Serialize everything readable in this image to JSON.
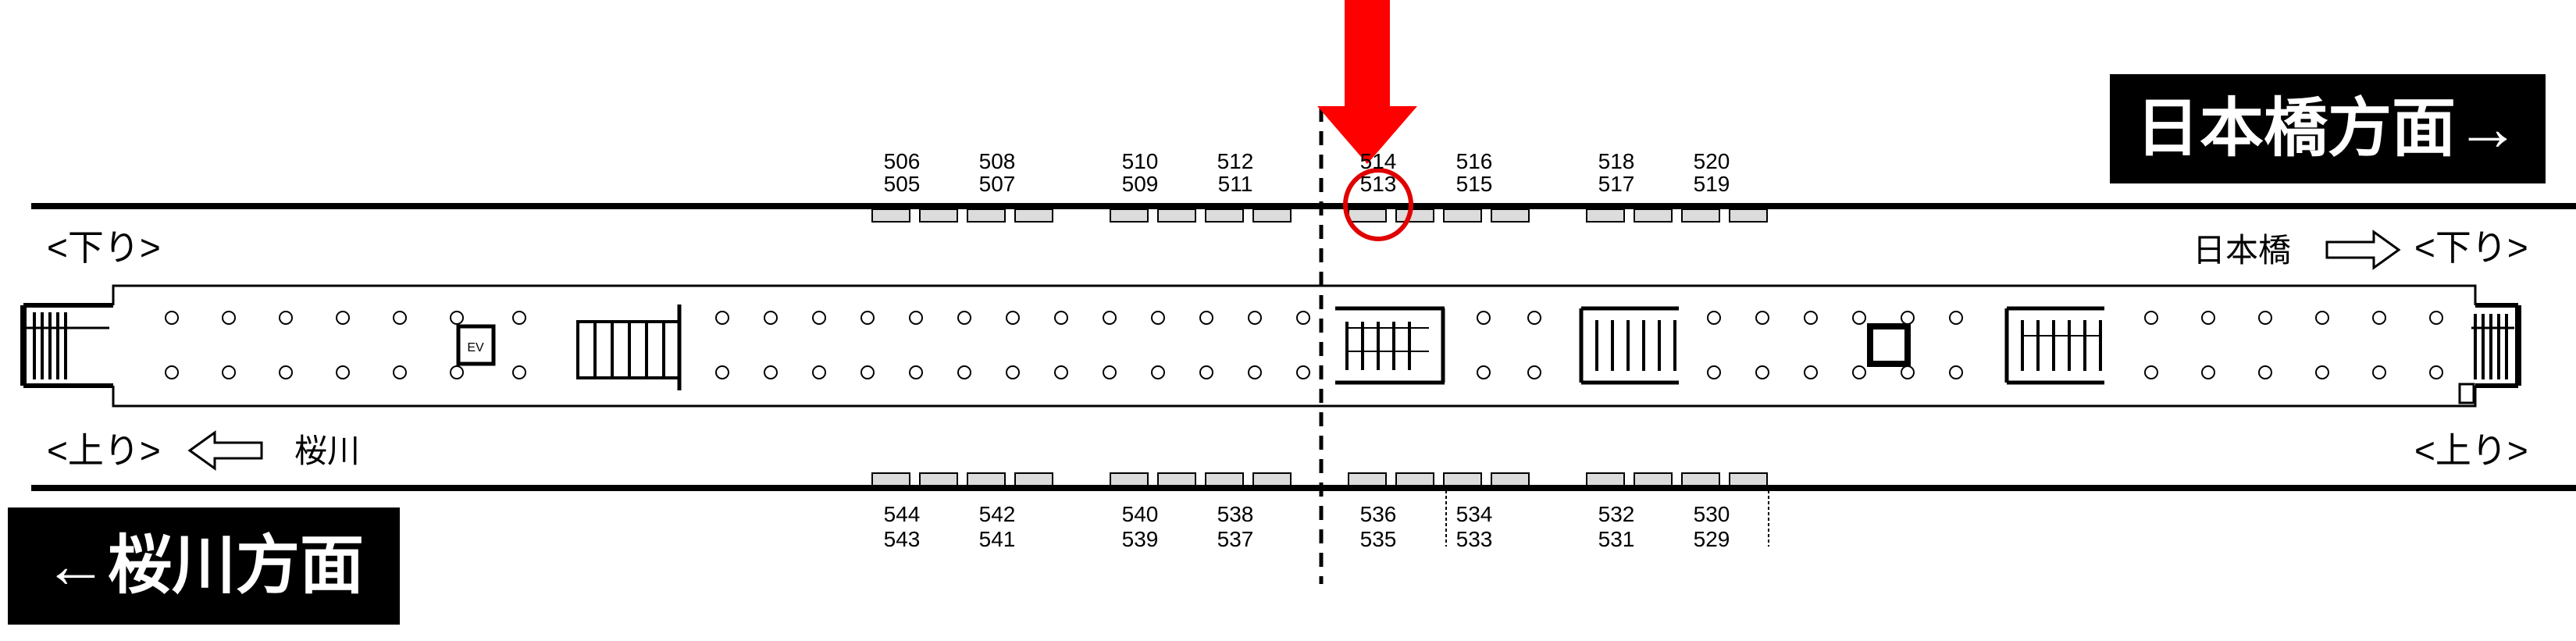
{
  "direction_boxes": {
    "nihonbashi": "日本橋方面→",
    "sakuragawa": "←桜川方面"
  },
  "platform_labels": {
    "down_left": "<下り>",
    "down_right": "<下り>",
    "up_left": "<上り>",
    "up_right": "<上り>",
    "dest_right": "日本橋",
    "dest_left": "桜川",
    "ev": "EV"
  },
  "top_numbers": {
    "upper_row": [
      "506",
      "508",
      "510",
      "512",
      "514",
      "516",
      "518",
      "520"
    ],
    "lower_row": [
      "505",
      "507",
      "509",
      "511",
      "513",
      "515",
      "517",
      "519"
    ]
  },
  "bottom_numbers": {
    "upper_row": [
      "544",
      "542",
      "540",
      "538",
      "536",
      "534",
      "532",
      "530"
    ],
    "lower_row": [
      "543",
      "541",
      "539",
      "537",
      "535",
      "533",
      "531",
      "529"
    ]
  },
  "highlight": {
    "number": "513",
    "arrow_color": "#ff0000",
    "circle_color": "#e00000"
  },
  "colors": {
    "line": "#000000",
    "door_fill": "#dcdcdc",
    "box_bg": "#000000",
    "box_text": "#ffffff"
  }
}
